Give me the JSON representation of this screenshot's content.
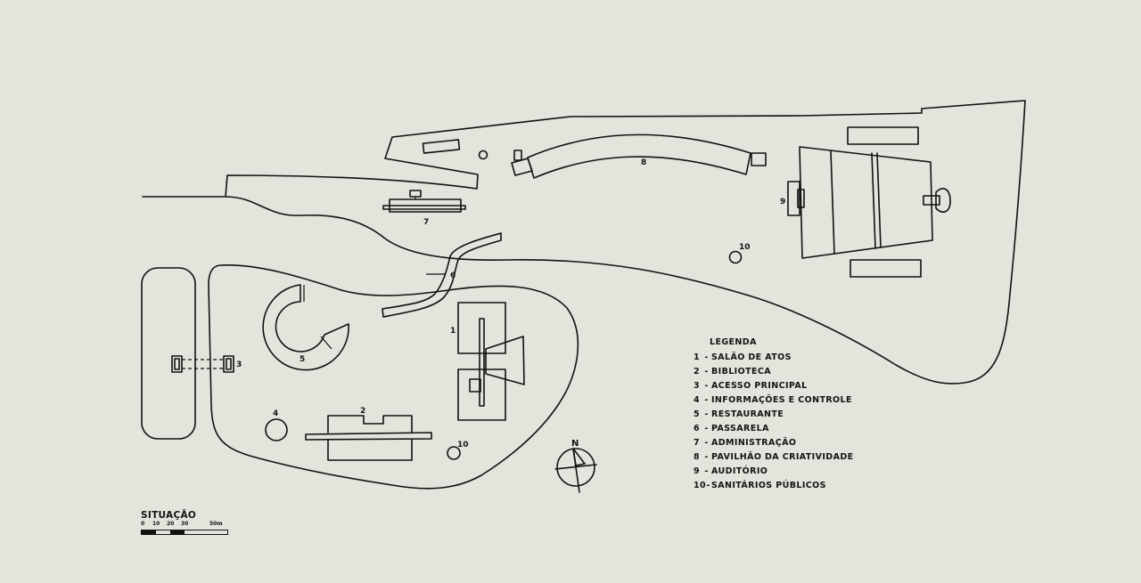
{
  "legend": {
    "title": "LEGENDA",
    "items": [
      {
        "number": "1",
        "separator": "-",
        "label": "SALÃO DE ATOS"
      },
      {
        "number": "2",
        "separator": "-",
        "label": "BIBLIOTECA"
      },
      {
        "number": "3",
        "separator": "-",
        "label": "ACESSO PRINCIPAL"
      },
      {
        "number": "4",
        "separator": "-",
        "label": "INFORMAÇÕES E CONTROLE"
      },
      {
        "number": "5",
        "separator": "-",
        "label": "RESTAURANTE"
      },
      {
        "number": "6",
        "separator": "-",
        "label": "PASSARELA"
      },
      {
        "number": "7",
        "separator": "-",
        "label": "ADMINISTRAÇÃO"
      },
      {
        "number": "8",
        "separator": "-",
        "label": "PAVILHÃO DA CRIATIVIDADE"
      },
      {
        "number": "9",
        "separator": "-",
        "label": "AUDITÓRIO"
      },
      {
        "number": "10",
        "separator": "-",
        "label": "SANITÁRIOS PÚBLICOS"
      }
    ]
  },
  "plan_labels": {
    "salao": "1",
    "biblioteca": "2",
    "acesso": "3",
    "informacoes": "4",
    "restaurante": "5",
    "passarela": "6",
    "administracao": "7",
    "pavilhao": "8",
    "auditorio": "9",
    "sanitarios_a": "10",
    "sanitarios_b": "10"
  },
  "north_arrow": {
    "label": "N"
  },
  "scale": {
    "title": "SITUAÇÃO",
    "ticks": [
      "0",
      "10",
      "20",
      "30",
      "50m"
    ]
  }
}
